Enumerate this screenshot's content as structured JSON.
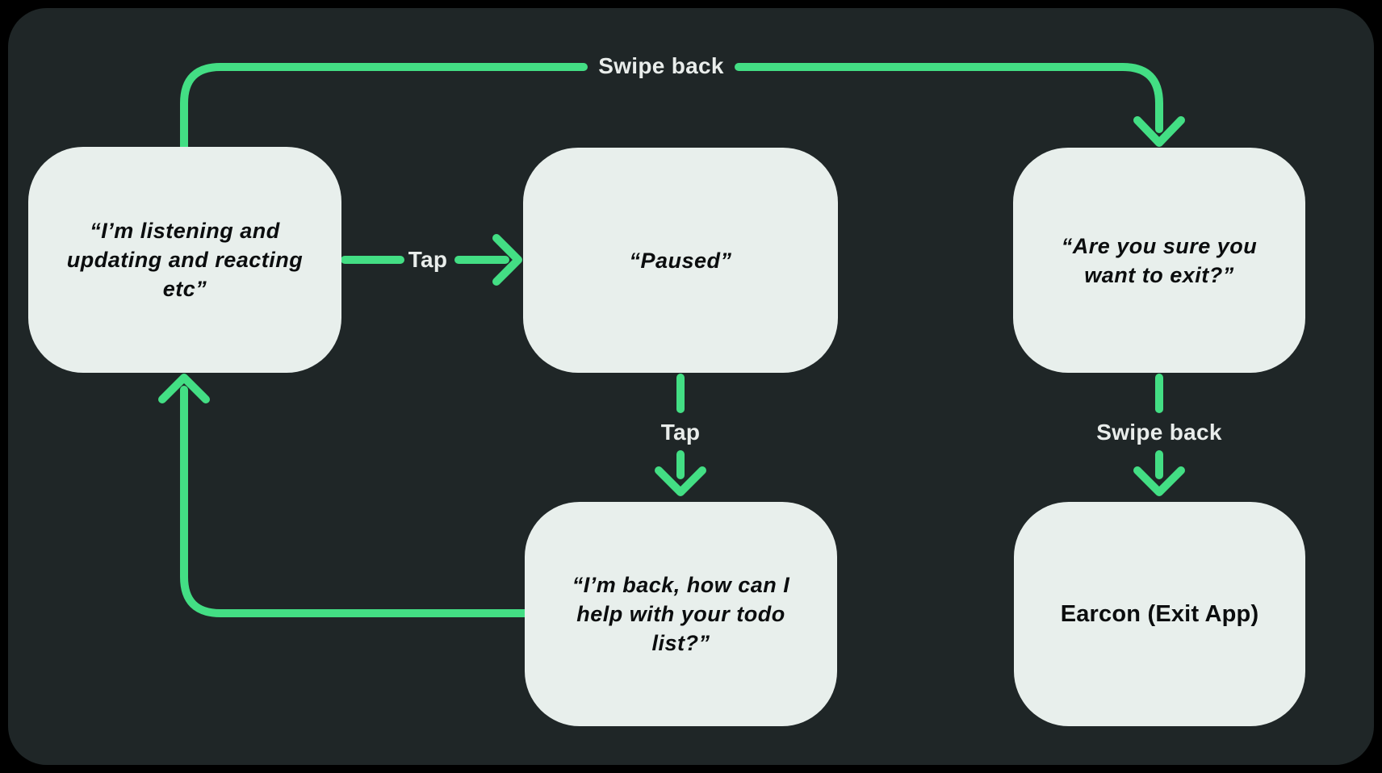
{
  "theme": {
    "bg": "#000000",
    "panel": "#1f2627",
    "accent": "#43de84",
    "node_bg": "#e8efec",
    "node_text": "#0b0d0e",
    "label_text": "#e9edeb"
  },
  "nodes": [
    {
      "id": "listening",
      "text": "“I’m listening and\nupdating and reacting\netc”"
    },
    {
      "id": "paused",
      "text": "“Paused”"
    },
    {
      "id": "confirm-exit",
      "text": "“Are you sure you\nwant to exit?”"
    },
    {
      "id": "back-todo",
      "text": "“I’m back, how can I\nhelp with your todo\nlist?”"
    },
    {
      "id": "earcon-exit",
      "text": "Earcon (Exit App)"
    }
  ],
  "edges": [
    {
      "from": "listening",
      "to": "paused",
      "label": "Tap"
    },
    {
      "from": "paused",
      "to": "back-todo",
      "label": "Tap"
    },
    {
      "from": "listening",
      "to": "confirm-exit",
      "label": "Swipe back"
    },
    {
      "from": "confirm-exit",
      "to": "earcon-exit",
      "label": "Swipe back"
    },
    {
      "from": "back-todo",
      "to": "listening",
      "label": ""
    }
  ]
}
